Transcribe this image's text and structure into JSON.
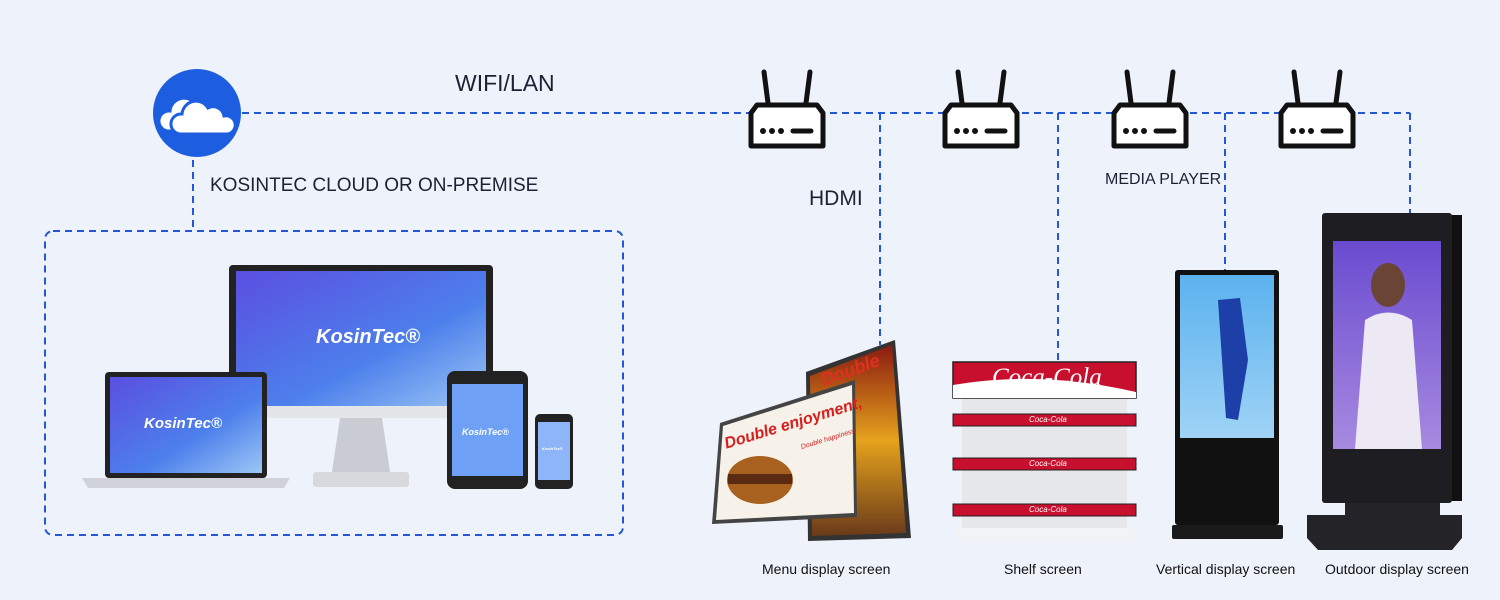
{
  "labels": {
    "network": "WIFI/LAN",
    "cloud": "KOSINTEC CLOUD OR ON-PREMISE",
    "hdmi": "HDMI",
    "media_player": "MEDIA PLAYER"
  },
  "brand": "KosinTec®",
  "screens": [
    {
      "caption": "Menu display screen",
      "promo_title": "Double enjoyment,",
      "promo_sub": "Double happiness",
      "promo_title2": "Double"
    },
    {
      "caption": "Shelf screen",
      "logo": "Coca-Cola"
    },
    {
      "caption": "Vertical display screen"
    },
    {
      "caption": "Outdoor display screen"
    }
  ],
  "colors": {
    "accent": "#2457d6",
    "background": "#eef2fa",
    "cola_red": "#c8102e"
  }
}
